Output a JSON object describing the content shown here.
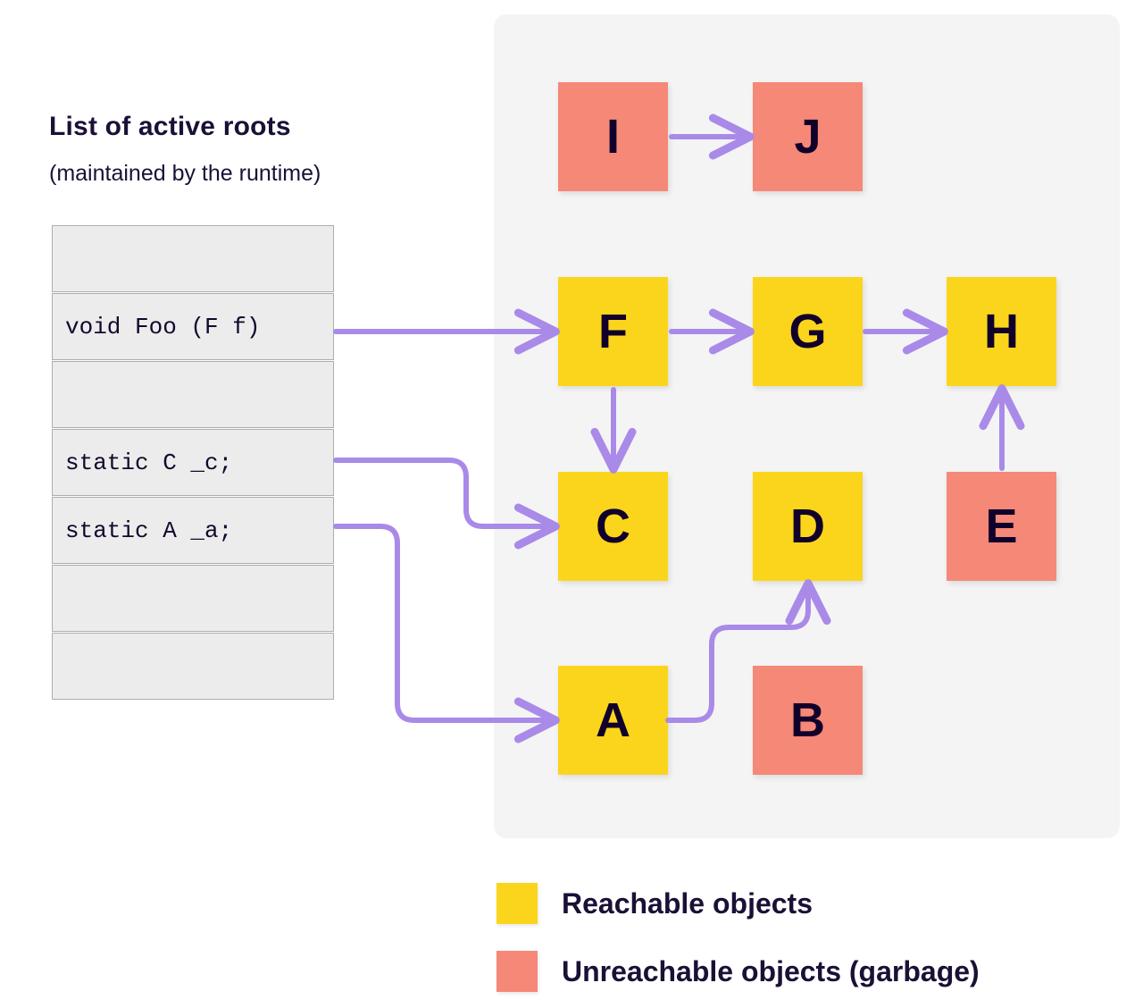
{
  "roots": {
    "title": "List of active roots",
    "subtitle": "(maintained by the runtime)",
    "rows": [
      {
        "text": "",
        "empty": true
      },
      {
        "text": "void Foo (F f)",
        "empty": false
      },
      {
        "text": "",
        "empty": true
      },
      {
        "text": "static C _c;",
        "empty": false
      },
      {
        "text": "static A _a;",
        "empty": false
      },
      {
        "text": "",
        "empty": true
      },
      {
        "text": "",
        "empty": true
      }
    ]
  },
  "heap": {
    "nodes": [
      {
        "id": "I",
        "label": "I",
        "state": "unreachable"
      },
      {
        "id": "J",
        "label": "J",
        "state": "unreachable"
      },
      {
        "id": "F",
        "label": "F",
        "state": "reachable"
      },
      {
        "id": "G",
        "label": "G",
        "state": "reachable"
      },
      {
        "id": "H",
        "label": "H",
        "state": "reachable"
      },
      {
        "id": "C",
        "label": "C",
        "state": "reachable"
      },
      {
        "id": "D",
        "label": "D",
        "state": "reachable"
      },
      {
        "id": "E",
        "label": "E",
        "state": "unreachable"
      },
      {
        "id": "A",
        "label": "A",
        "state": "reachable"
      },
      {
        "id": "B",
        "label": "B",
        "state": "unreachable"
      }
    ],
    "edges": [
      {
        "from": "I",
        "to": "J"
      },
      {
        "from": "F",
        "to": "G"
      },
      {
        "from": "G",
        "to": "H"
      },
      {
        "from": "F",
        "to": "C"
      },
      {
        "from": "E",
        "to": "H"
      },
      {
        "from": "A",
        "to": "D"
      },
      {
        "from": "void Foo (F f)",
        "to": "F"
      },
      {
        "from": "static C _c;",
        "to": "C"
      },
      {
        "from": "static A _a;",
        "to": "A"
      }
    ]
  },
  "legend": [
    {
      "label": "Reachable objects",
      "state": "reachable"
    },
    {
      "label": "Unreachable objects (garbage)",
      "state": "unreachable"
    }
  ],
  "colors": {
    "reachable": "#fbd51b",
    "unreachable": "#f58877",
    "arrow": "#a98ae8",
    "panel": "#f4f4f4",
    "row_fill": "#ececec",
    "row_border": "#adadad",
    "text": "#1b1036"
  }
}
